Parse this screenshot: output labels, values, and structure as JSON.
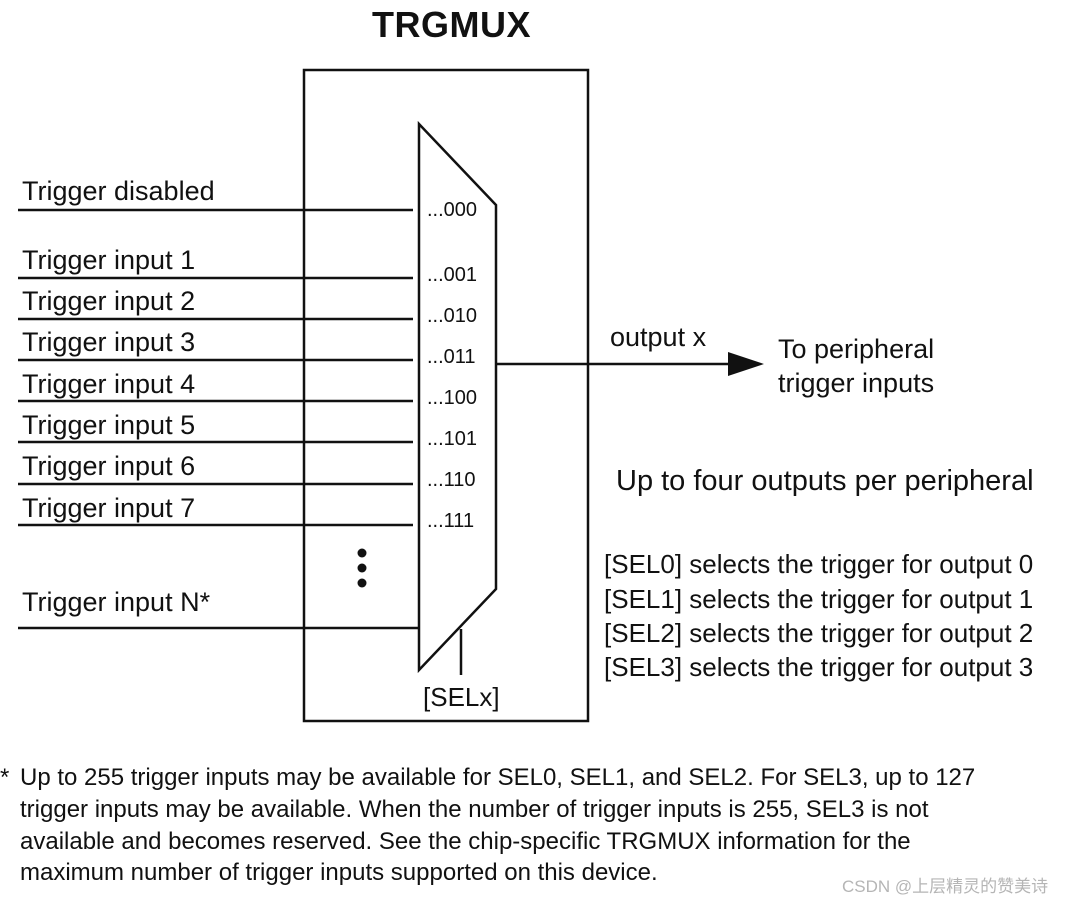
{
  "title": "TRGMUX",
  "inputs": [
    {
      "label": "Trigger disabled",
      "code": "...000"
    },
    {
      "label": "Trigger input 1",
      "code": "...001"
    },
    {
      "label": "Trigger input 2",
      "code": "...010"
    },
    {
      "label": "Trigger input 3",
      "code": "...011"
    },
    {
      "label": "Trigger input 4",
      "code": "...100"
    },
    {
      "label": "Trigger input 5",
      "code": "...101"
    },
    {
      "label": "Trigger input 6",
      "code": "...110"
    },
    {
      "label": "Trigger input 7",
      "code": "...111"
    },
    {
      "label": "Trigger input N*",
      "code": ""
    }
  ],
  "output_label": "output x",
  "peripheral_lines": [
    "To peripheral",
    "trigger inputs"
  ],
  "outputs_note": "Up to four outputs per peripheral",
  "select_lines": [
    "[SEL0] selects the trigger for output 0",
    "[SEL1] selects the trigger for output 1",
    "[SEL2] selects the trigger for output 2",
    "[SEL3] selects the trigger for output 3"
  ],
  "select_label": "[SELx]",
  "footnote_marker": "*",
  "footnote_lines": [
    "Up to 255 trigger inputs may be available for SEL0, SEL1, and SEL2. For SEL3, up to 127",
    "trigger inputs may be available. When the number of trigger inputs is 255, SEL3 is not",
    "available and becomes reserved. See the chip-specific TRGMUX information for the",
    "maximum number of trigger inputs supported on this device."
  ],
  "watermark": "CSDN @上层精灵的赞美诗"
}
